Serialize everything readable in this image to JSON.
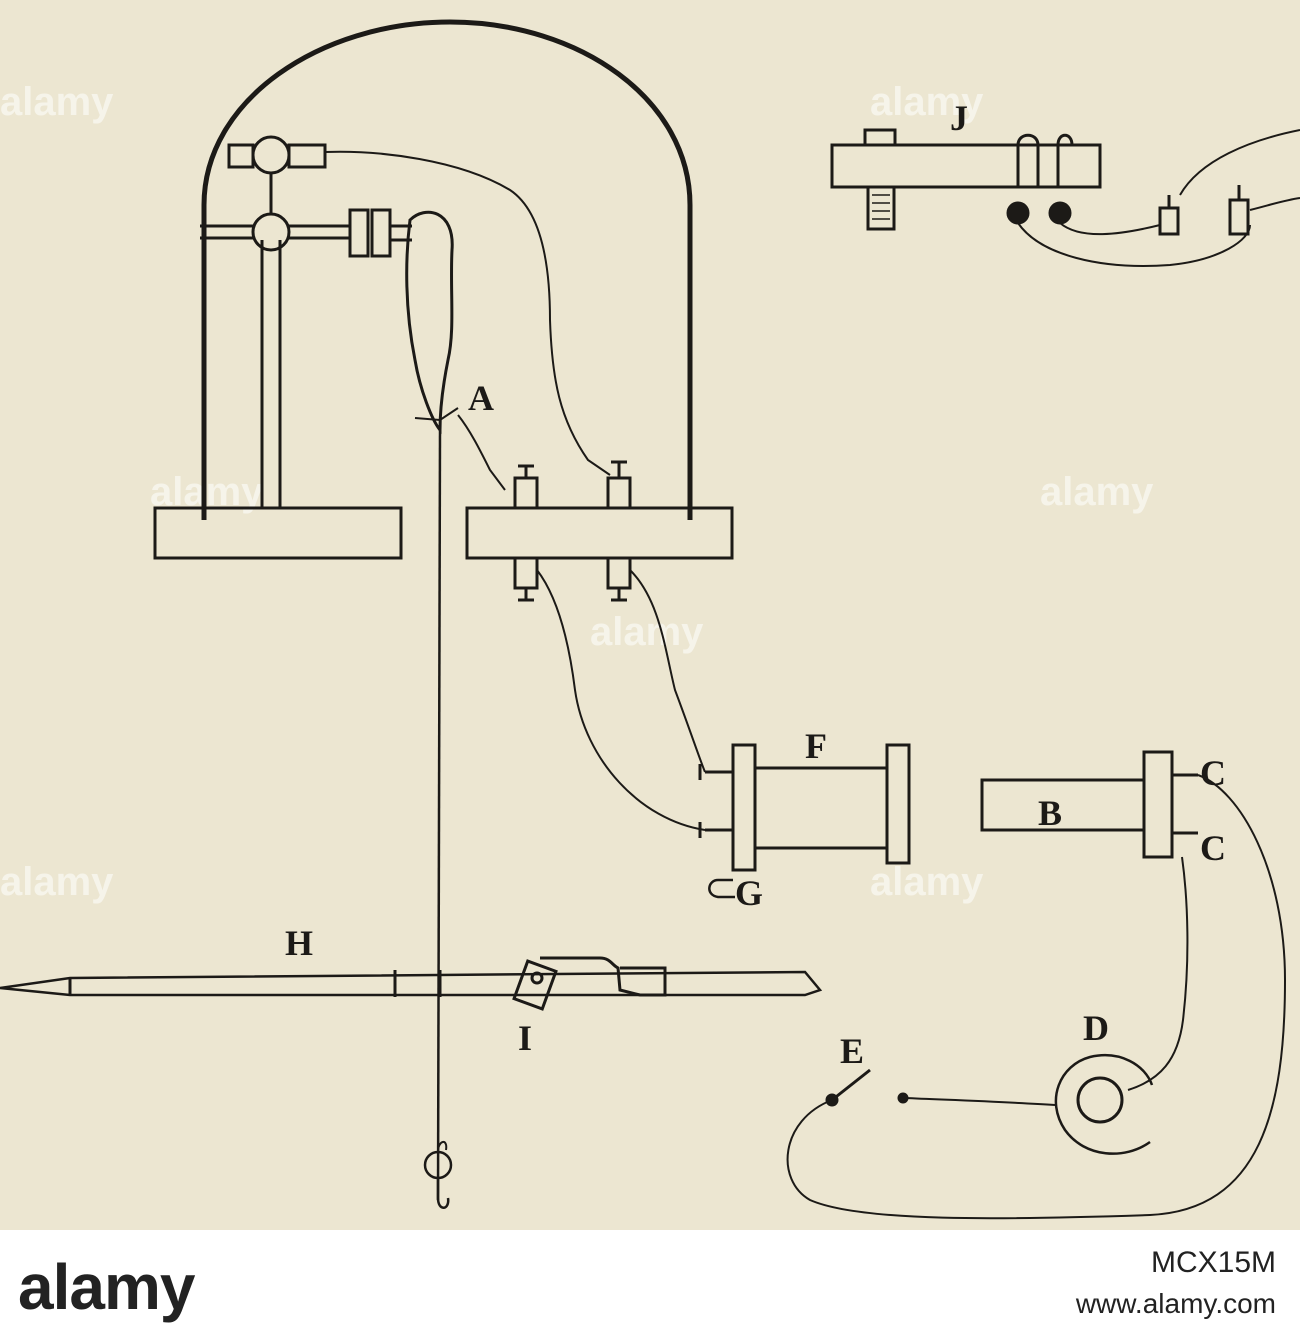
{
  "figure": {
    "labels": {
      "a": "A",
      "b": "B",
      "c1": "C",
      "c2": "C",
      "d": "D",
      "e": "E",
      "f": "F",
      "g": "G",
      "h": "H",
      "i": "I",
      "j": "J"
    },
    "watermark": "alamy",
    "colors": {
      "paper": "#ece6d1",
      "ink": "#1c1a17"
    }
  },
  "footer": {
    "logo_text": "alamy",
    "image_id": "MCX15M",
    "site": "www.alamy.com"
  }
}
